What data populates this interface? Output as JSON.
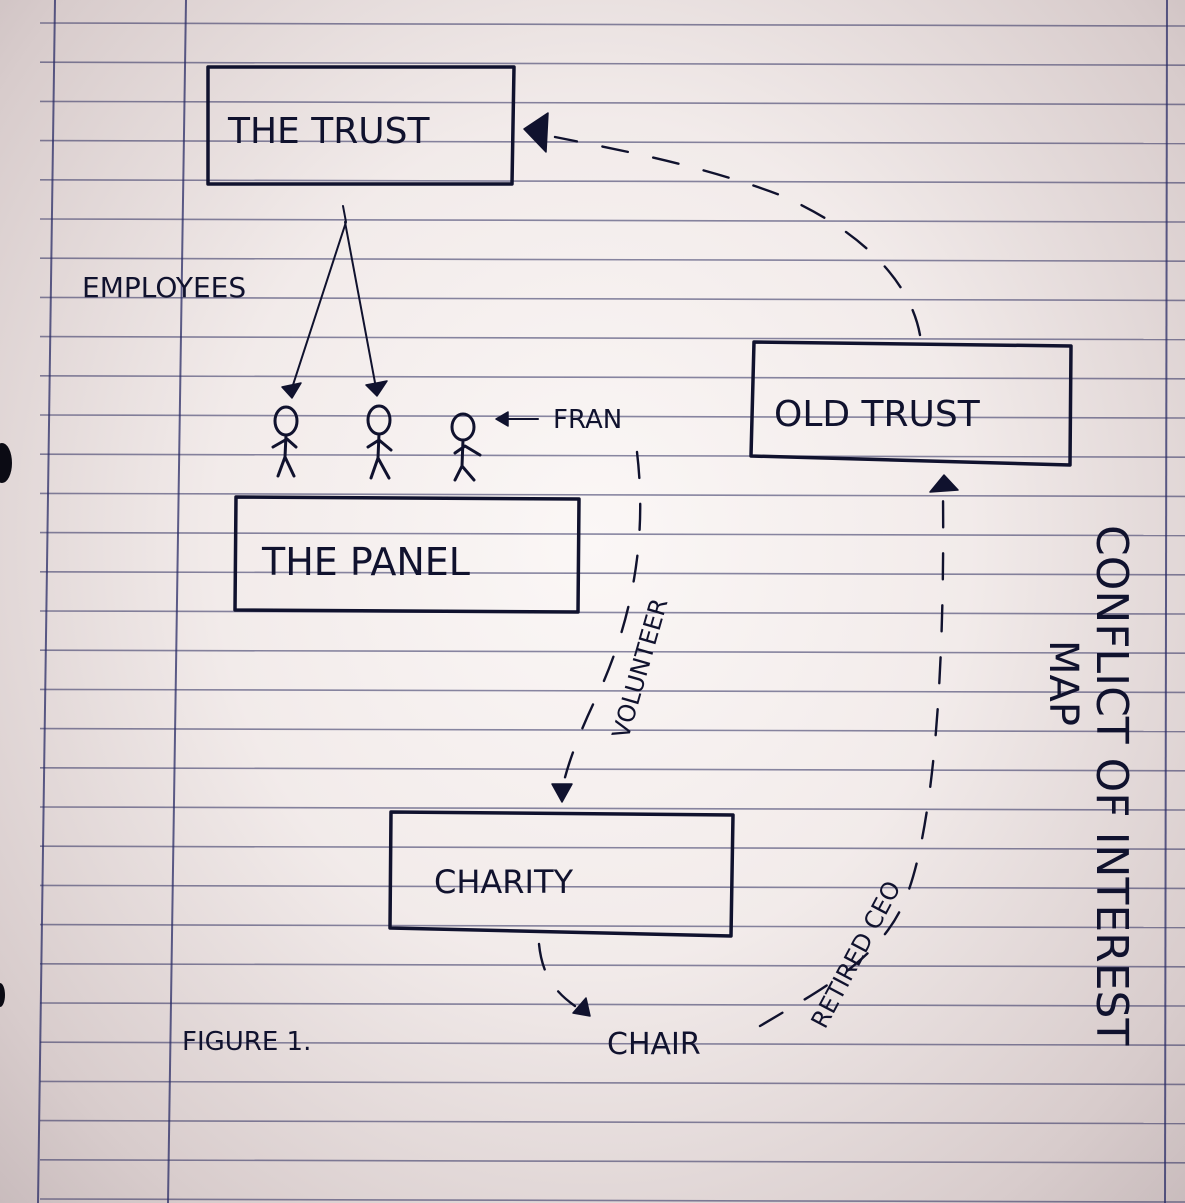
{
  "title": "CONFLICT OF INTEREST",
  "subtitle": "MAP",
  "caption": "FIGURE 1.",
  "colors": {
    "ink": "#10122e",
    "rule_lines": "#2c2c5e",
    "paper": "#f2ebea"
  },
  "nodes": {
    "the_trust": "THE TRUST",
    "the_panel": "THE PANEL",
    "old_trust": "OLD TRUST",
    "charity": "CHARITY",
    "chair": "CHAIR"
  },
  "people": {
    "label": "EMPLOYEES",
    "fran": "FRAN",
    "count": 3
  },
  "edges": [
    {
      "from": "THE TRUST",
      "to": "Employee 1",
      "style": "solid",
      "label": "EMPLOYEES"
    },
    {
      "from": "THE TRUST",
      "to": "Employee 2",
      "style": "solid",
      "label": "EMPLOYEES"
    },
    {
      "from": "FRAN",
      "to": "Employee 3",
      "style": "solid",
      "label": ""
    },
    {
      "from": "FRAN",
      "to": "CHARITY",
      "style": "dashed",
      "label": "VOLUNTEER"
    },
    {
      "from": "CHARITY",
      "to": "CHAIR",
      "style": "dashed",
      "label": ""
    },
    {
      "from": "CHAIR",
      "to": "OLD TRUST",
      "style": "dashed",
      "label": "RETIRED CEO"
    },
    {
      "from": "OLD TRUST",
      "to": "THE TRUST",
      "style": "dashed",
      "label": ""
    }
  ],
  "edge_labels": {
    "volunteer": "VOLUNTEER",
    "retired_ceo": "RETIRED CEO"
  }
}
